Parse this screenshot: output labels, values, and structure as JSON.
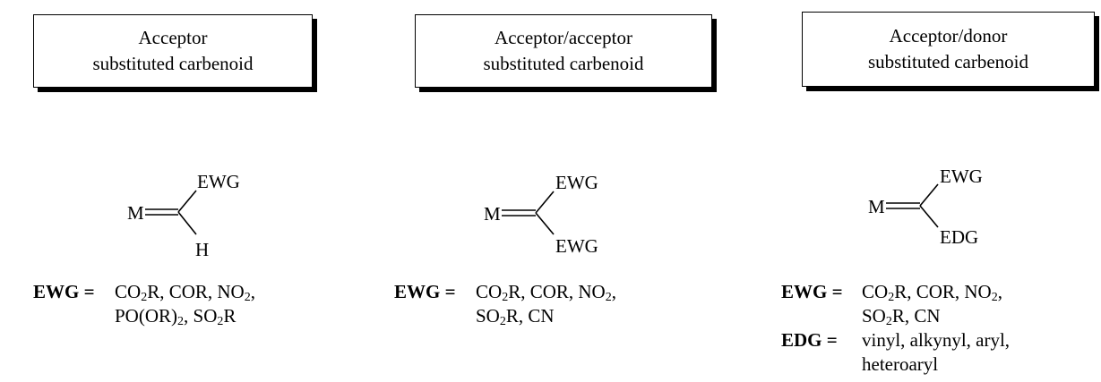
{
  "panels": [
    {
      "title_lines": [
        "Acceptor",
        "substituted carbenoid"
      ],
      "structure": {
        "metal": "M",
        "top": "EWG",
        "bottom": "H"
      },
      "definitions": [
        {
          "key": "EWG",
          "eq": "=",
          "lines": [
            "CO<sub>2</sub>R, COR, NO<sub>2</sub>,",
            "PO(OR)<sub>2</sub>, SO<sub>2</sub>R"
          ]
        }
      ]
    },
    {
      "title_lines": [
        "Acceptor/acceptor",
        "substituted carbenoid"
      ],
      "structure": {
        "metal": "M",
        "top": "EWG",
        "bottom": "EWG"
      },
      "definitions": [
        {
          "key": "EWG",
          "eq": "=",
          "lines": [
            "CO<sub>2</sub>R, COR, NO<sub>2</sub>,",
            "SO<sub>2</sub>R, CN"
          ]
        }
      ]
    },
    {
      "title_lines": [
        "Acceptor/donor",
        "substituted carbenoid"
      ],
      "structure": {
        "metal": "M",
        "top": "EWG",
        "bottom": "EDG"
      },
      "definitions": [
        {
          "key": "EWG",
          "eq": "=",
          "lines": [
            "CO<sub>2</sub>R, COR, NO<sub>2</sub>,",
            "SO<sub>2</sub>R, CN"
          ]
        },
        {
          "key": "EDG",
          "eq": "=",
          "lines": [
            "vinyl, alkynyl, aryl,",
            "heteroaryl"
          ]
        }
      ]
    }
  ]
}
